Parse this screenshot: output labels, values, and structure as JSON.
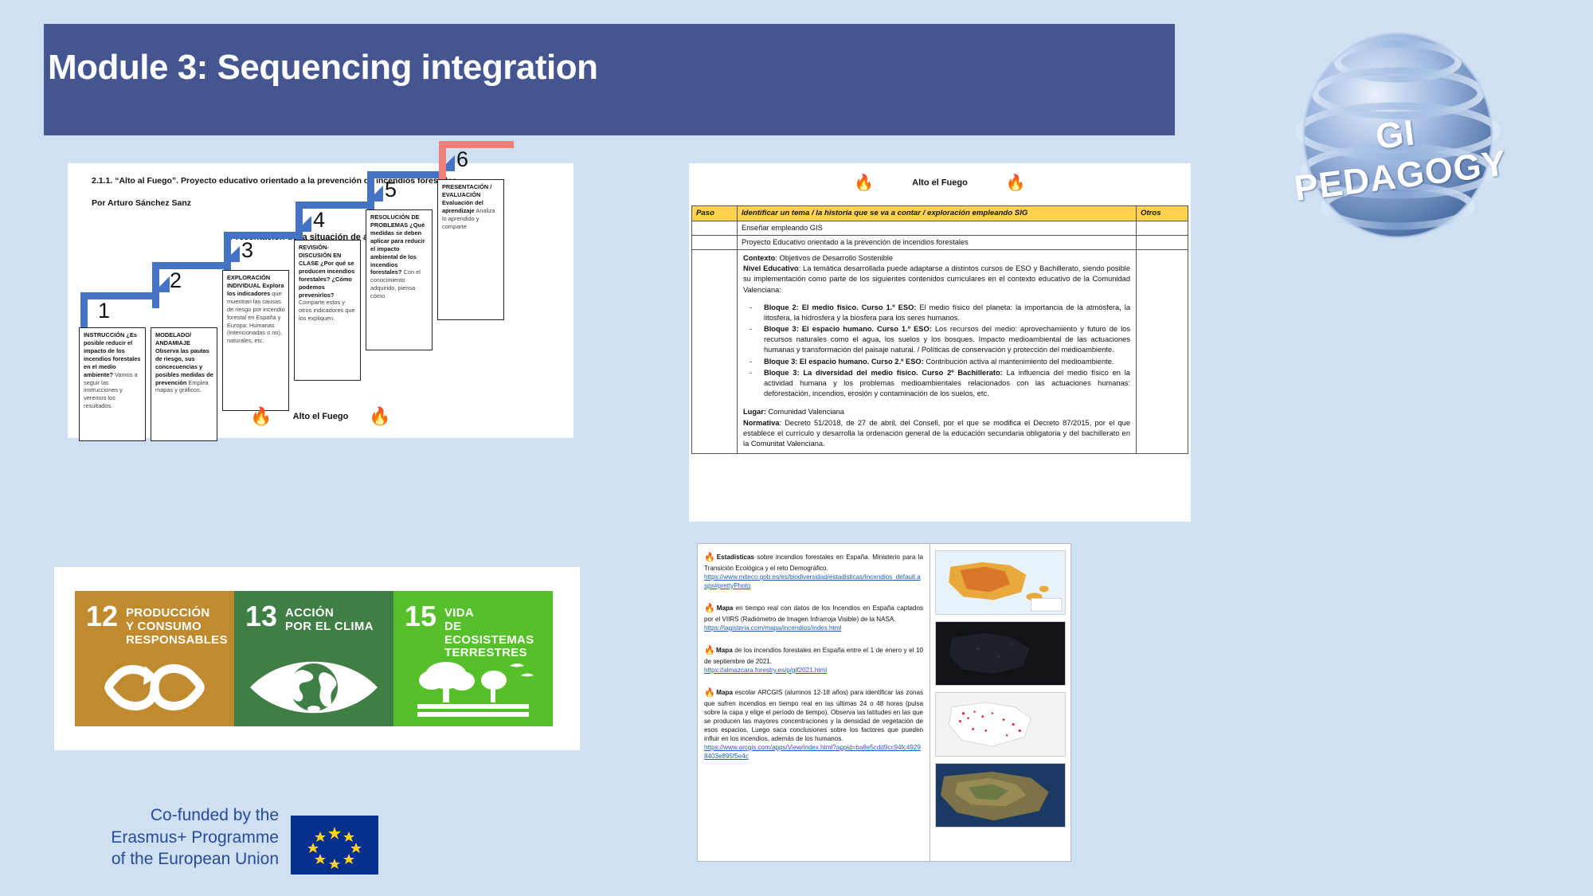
{
  "slide": {
    "background_color": "#cfe0f2",
    "title": "Module 3: Sequencing integration",
    "title_band_color": "#44558f",
    "logo_text": "GI PEDAGOGY"
  },
  "left_document": {
    "heading": "2.1.1. “Alto al Fuego”. Proyecto educativo orientado a la prevención de incendios forestales.",
    "author": "Por Arturo Sánchez Sanz",
    "subtitle": "Presentación de la situación de aprendizaje",
    "footer_label": "Alto el Fuego",
    "flame_icon": "fire-icon",
    "arrow_color": "#4472c4",
    "arrow_accent_color": "#ef8078",
    "steps": [
      {
        "number": "1",
        "title": "INSTRUCCIÓN",
        "question": "¿Es posible reducir el impacto de los incendios forestales en el medio ambiente?",
        "body": "Vamos a seguir las instrucciones y veremos los resultados."
      },
      {
        "number": "2",
        "title": "MODELADO/ ANDAMIAJE",
        "question": "Observa las pautas de riesgo, sus concecuencias y posibles medidas de prevención",
        "body": "Emplea mapas y gráficos."
      },
      {
        "number": "3",
        "title": "EXPLORACIÓN INDIVIDUAL",
        "question": "Explora los indicadores",
        "body": "que muestran las causas de riesgo por incendio forestal en España y Europa: Humanas (intencionadas o no), naturales, etc."
      },
      {
        "number": "4",
        "title": "REVISIÓN-DISCUSIÓN EN CLASE",
        "question": "¿Por qué se producen incendios forestales? ¿Cómo podemos prevenirlos?",
        "body": "Comparte estos y otros indicadores que los expliquen."
      },
      {
        "number": "5",
        "title": "RESOLUCIÓN DE PROBLEMAS",
        "question": "¿Qué medidas se deben aplicar para reducir el impacto ambiental de los incendios forestales?",
        "body": "Con el conocimiento adquirido, piensa cómo."
      },
      {
        "number": "6",
        "title": "PRESENTACIÓN / EVALUACIÓN",
        "question": "Evaluación del aprendizaje",
        "body": "Analiza lo aprendido y comparte"
      }
    ]
  },
  "sdg_panel": {
    "goals": [
      {
        "number": "12",
        "title": "PRODUCCIÓN\nY CONSUMO\nRESPONSABLES",
        "color": "#bf8b2e",
        "icon": "infinity-arrow-icon"
      },
      {
        "number": "13",
        "title": "ACCIÓN\nPOR EL CLIMA",
        "color": "#3f7e44",
        "icon": "eye-globe-icon"
      },
      {
        "number": "15",
        "title": "VIDA\nDE ECOSISTEMAS\nTERRESTRES",
        "color": "#56c02b",
        "icon": "tree-birds-icon"
      }
    ]
  },
  "erasmus": {
    "line1": "Co-funded by the",
    "line2": "Erasmus+ Programme",
    "line3": "of the European Union",
    "flag_color": "#05308f",
    "star_color": "#ffd617"
  },
  "right_table": {
    "title": "Alto el Fuego",
    "flame_icon": "fire-icon",
    "header_color": "#ffd34f",
    "columns": [
      "Paso",
      "Identificar un tema / la historia que se va a contar / exploración empleando SIG",
      "Otros"
    ],
    "rows": [
      {
        "paso": "",
        "text": "Enseñar empleando GIS",
        "otros": ""
      },
      {
        "paso": "",
        "text": "Proyecto Educativo orientado a la prevención de incendios forestales",
        "otros": ""
      }
    ],
    "detail": {
      "contexto_label": "Contexto",
      "contexto_value": ": Objetivos de Desarrollo Sostenible",
      "nivel_label": "Nivel Educativo",
      "nivel_value": ": La temática desarrollada puede adaptarse a distintos cursos de ESO y Bachillerato, siendo posible su implementación como parte de los siguientes contenidos curriculares en el contexto educativo de la Comunidad Valenciana:",
      "bullets": [
        {
          "strong": "Bloque 2: El medio físico. Curso 1.º ESO:",
          "text": " El medio físico del planeta: la importancia de la atmósfera, la litosfera, la hidrosfera y la biosfera para los seres humanos."
        },
        {
          "strong": "Bloque 3: El espacio humano. Curso 1.º ESO:",
          "text": " Los recursos del medio: aprovechamiento y futuro de los recursos naturales como el agua, los suelos y los bosques. Impacto medioambiental de las actuaciones humanas y transformación del paisaje natural. / Políticas de conservación y protección del medioambiente."
        },
        {
          "strong": "Bloque 3: El espacio humano. Curso 2.º ESO:",
          "text": " Contribución activa al mantenimiento del medioambiente."
        },
        {
          "strong": "Bloque 3: La diversidad del medio físico. Curso 2º Bachillerato:",
          "text": " La influencia del medio físico en la actividad humana y los problemas medioambientales relacionados con las actuaciones humanas: deforestación, incendios, erosión y contaminación de los suelos, etc."
        }
      ],
      "lugar_label": "Lugar:",
      "lugar_value": " Comunidad Valenciana",
      "normativa_label": "Normativa",
      "normativa_value": ": Decreto 51/2018, de 27 de abril, del Consell, por el que se modifica el Decreto 87/2015, por el que establece el currículo y desarrolla la ordenación general de la educación secundaria obligatoria y del bachillerato en la Comunitat Valenciana."
    }
  },
  "resources": {
    "items": [
      {
        "icon": "fire-icon",
        "strong": "Estadisticas",
        "text": " sobre incendios forestales en España. Ministerio para la Transición Ecológica y el reto Demográfico.",
        "url": "https://www.miteco.gob.es/es/biodiversidad/estadisticas/Incendios_default.aspx#prettyPhoto",
        "thumb": "spain-fire-risk-map"
      },
      {
        "icon": "fire-icon",
        "strong": "Mapa",
        "text": " en tiempo real con datos de los Incendios en España captados por el VIIRS (Radiómetro de Imagen Infrarroja Visible) de la NASA.",
        "url": "https://lagisteria.com/mapa/incendios/index.html",
        "thumb": "dark-satellite-map"
      },
      {
        "icon": "fire-icon",
        "strong": "Mapa",
        "text": " de los incendios forestales en España entre el 1 de enero y el 10 de septiembre de 2021.",
        "url": "https://almazcara.forestry.es/p/gif2021.html",
        "thumb": "red-dots-map"
      },
      {
        "icon": "fire-icon",
        "strong": "Mapa",
        "text": " escolar ARCGIS (alumnos 12-18 años) para identificar las zonas que sufren incendios en tiempo real en las últimas 24 o 48 horas (pulsa sobre la capa y elige el período de tiempo). Observa las latitudes en las que se producen las mayores concentraciones y la densidad de vegetación de esos espacios. Luego saca conclusiones sobre los factores que pueden influir en los incendios, además de los humanos.",
        "url": "https://www.arcgis.com/apps/View/index.html?appid=ba8e5cdd9cc94fc49298403e895f5e4c",
        "thumb": "terrain-satellite-map"
      }
    ]
  }
}
